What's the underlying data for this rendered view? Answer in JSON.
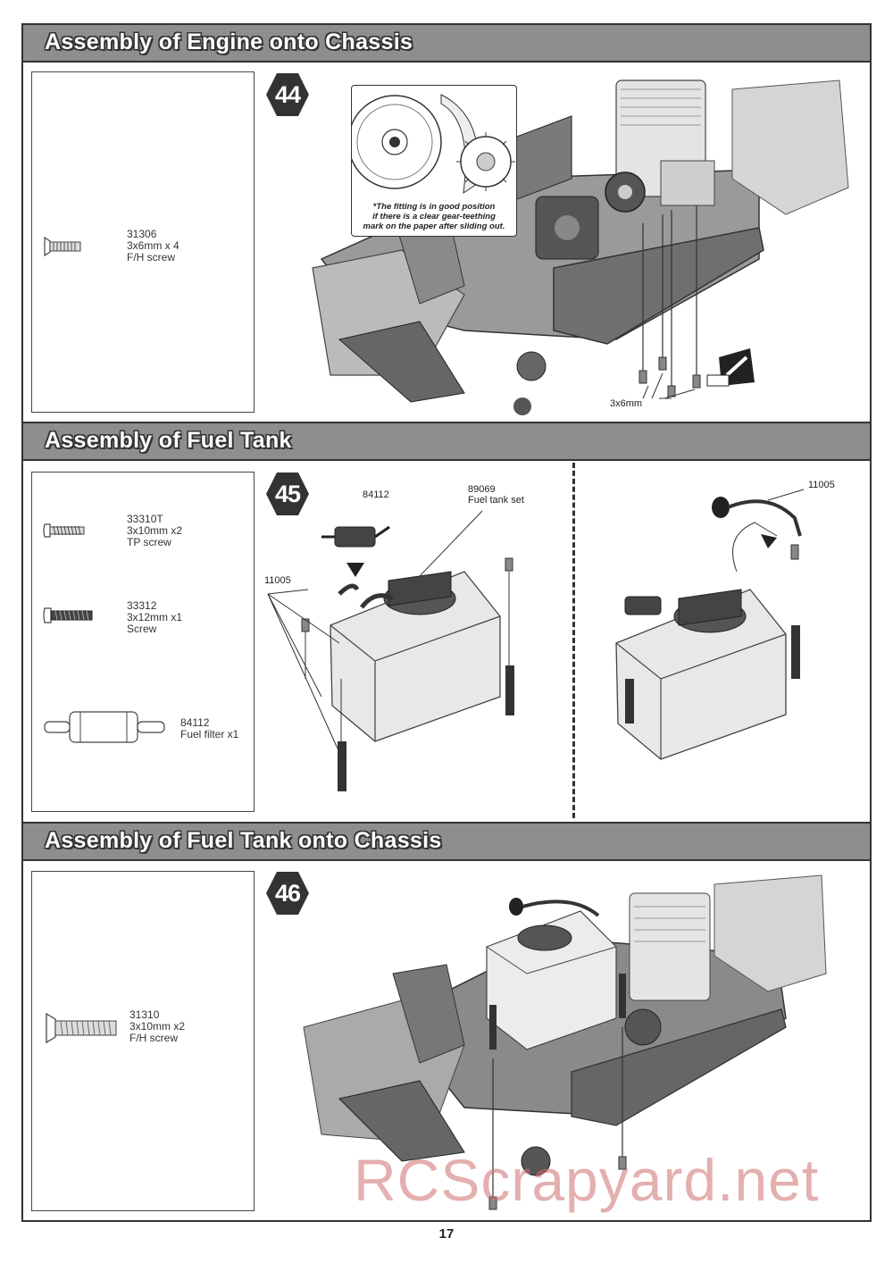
{
  "sections": [
    {
      "title": "Assembly of Engine onto Chassis",
      "step": "44",
      "parts": [
        {
          "part_no": "31306",
          "size": "3x6mm x 4",
          "name": "F/H screw",
          "icon": "flat-head-screw-icon"
        }
      ],
      "callout_note": [
        "*The fitting is in good position",
        "if there is a clear gear-teething",
        "mark on the paper after sliding out."
      ],
      "labels": {
        "screw": "3x6mm"
      }
    },
    {
      "title": "Assembly of Fuel Tank",
      "step": "45",
      "parts": [
        {
          "part_no": "33310T",
          "size": "3x10mm x2",
          "name": "TP screw",
          "icon": "tp-screw-icon"
        },
        {
          "part_no": "33312",
          "size": "3x12mm x1",
          "name": "Screw",
          "icon": "machine-screw-icon"
        },
        {
          "part_no": "84112",
          "size": "",
          "name": "Fuel filter x1",
          "icon": "fuel-filter-icon"
        }
      ],
      "labels": {
        "filter": "84112",
        "tank_no": "89069",
        "tank_name": "Fuel tank set",
        "pipe": "11005",
        "pipe_right": "11005"
      }
    },
    {
      "title": "Assembly of Fuel Tank onto Chassis",
      "step": "46",
      "parts": [
        {
          "part_no": "31310",
          "size": "3x10mm x2",
          "name": "F/H screw",
          "icon": "flat-head-screw-icon"
        }
      ]
    }
  ],
  "page_number": "17",
  "watermark": "RCScrapyard.net",
  "colors": {
    "header_bg": "#8e8e8e",
    "border": "#333333",
    "watermark": "#cd6e6e"
  }
}
